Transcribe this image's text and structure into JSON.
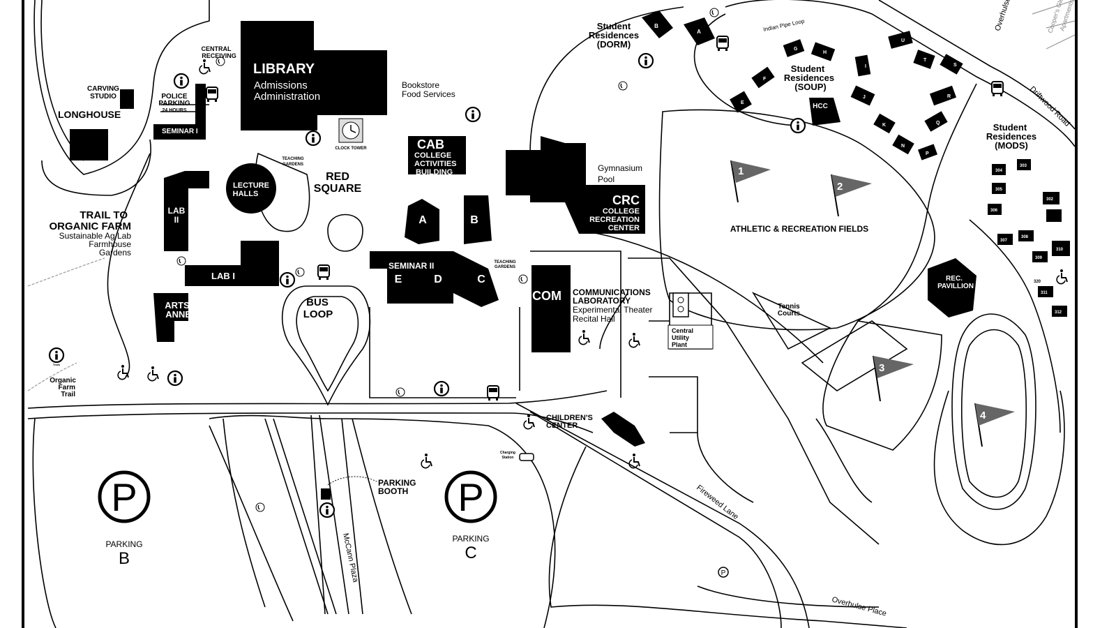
{
  "map": {
    "buildings": {
      "library": "LIBRARY",
      "library_sub1": "Admissions",
      "library_sub2": "Administration",
      "longhouse": "LONGHOUSE",
      "carving_studio_1": "CARVING",
      "carving_studio_2": "STUDIO",
      "central_receiving_1": "CENTRAL",
      "central_receiving_2": "RECEIVING",
      "police_1": "POLICE",
      "police_2": "PARKING",
      "police_3": "24 HOURS",
      "seminar_1": "SEMINAR I",
      "bookstore_1": "Bookstore",
      "bookstore_2": "Food Services",
      "clock_tower": "CLOCK TOWER",
      "cab": "CAB",
      "cab_1": "COLLEGE",
      "cab_2": "ACTIVITIES",
      "cab_3": "BUILDING",
      "teaching_gardens_1": "TEACHING",
      "teaching_gardens_2": "GARDENS",
      "red_square_1": "RED",
      "red_square_2": "SQUARE",
      "lecture_halls_1": "LECTURE",
      "lecture_halls_2": "HALLS",
      "lab2_1": "LAB",
      "lab2_2": "II",
      "lab1": "LAB I",
      "arts_annex_1": "ARTS",
      "arts_annex_2": "ANNEX",
      "bus_loop_1": "BUS",
      "bus_loop_2": "LOOP",
      "sem2": "SEMINAR II",
      "sem2_a": "A",
      "sem2_b": "B",
      "sem2_c": "C",
      "sem2_d": "D",
      "sem2_e": "E",
      "gym": "Gymnasium",
      "pool": "Pool",
      "crc": "CRC",
      "crc_1": "COLLEGE",
      "crc_2": "RECREATION",
      "crc_3": "CENTER",
      "com": "COM",
      "com_1": "COMMUNICATIONS",
      "com_2": "LABORATORY",
      "com_3": "Experimental Theater",
      "com_4": "Recital Hall",
      "utility_1": "Central",
      "utility_2": "Utility",
      "utility_3": "Plant",
      "tennis_1": "Tennis",
      "tennis_2": "Courts",
      "childrens_1": "CHILDREN'S",
      "childrens_2": "CENTER",
      "charging_1": "Charging",
      "charging_2": "Station",
      "parking_booth_1": "PARKING",
      "parking_booth_2": "BOOTH",
      "rec_pavilion_1": "REC.",
      "rec_pavilion_2": "PAVILLION",
      "hcc": "HCC"
    },
    "residences": {
      "dorm_1": "Student",
      "dorm_2": "Residences",
      "dorm_3": "(DORM)",
      "soup_1": "Student",
      "soup_2": "Residences",
      "soup_3": "(SOUP)",
      "mods_1": "Student",
      "mods_2": "Residences",
      "mods_3": "(MODS)",
      "dorm_letters": [
        "B",
        "A"
      ],
      "soup_letters": [
        "G",
        "H",
        "F",
        "E",
        "U",
        "T",
        "S",
        "I",
        "R",
        "J",
        "K",
        "Q",
        "N",
        "P"
      ],
      "mods_numbers": [
        "304",
        "303",
        "305",
        "306",
        "302",
        "307",
        "308",
        "309",
        "310",
        "311",
        "312",
        "320"
      ]
    },
    "fields": {
      "athletic": "ATHLETIC & RECREATION FIELDS",
      "flags": [
        "1",
        "2",
        "3",
        "4"
      ]
    },
    "trail": {
      "trail_1": "TRAIL TO",
      "trail_2": "ORGANIC FARM",
      "trail_3": "Sustainable Ag Lab",
      "trail_4": "Farmhouse",
      "trail_5": "Gardens",
      "organic_1": "Organic",
      "organic_2": "Farm",
      "organic_3": "Trail",
      "trails_small": "Trails"
    },
    "parking": {
      "symbol": "P",
      "b_label": "PARKING",
      "b_letter": "B",
      "c_label": "PARKING",
      "c_letter": "C"
    },
    "roads": {
      "mccann": "McCann Plaza",
      "fireweed": "Fireweed Lane",
      "overhulse_place": "Overhulse Place",
      "overhulse": "Overhulse",
      "driftwood": "Driftwood Road",
      "indian_pipe": "Indian Pipe Loop",
      "coopers_1": "Cooper's Glen",
      "coopers_2": "Apartments"
    },
    "icons": {
      "info": "i",
      "info_icon": "info-icon",
      "accessible_icon": "wheelchair-icon",
      "bus_icon": "bus-icon",
      "phone_icon": "emergency-phone-icon"
    }
  }
}
